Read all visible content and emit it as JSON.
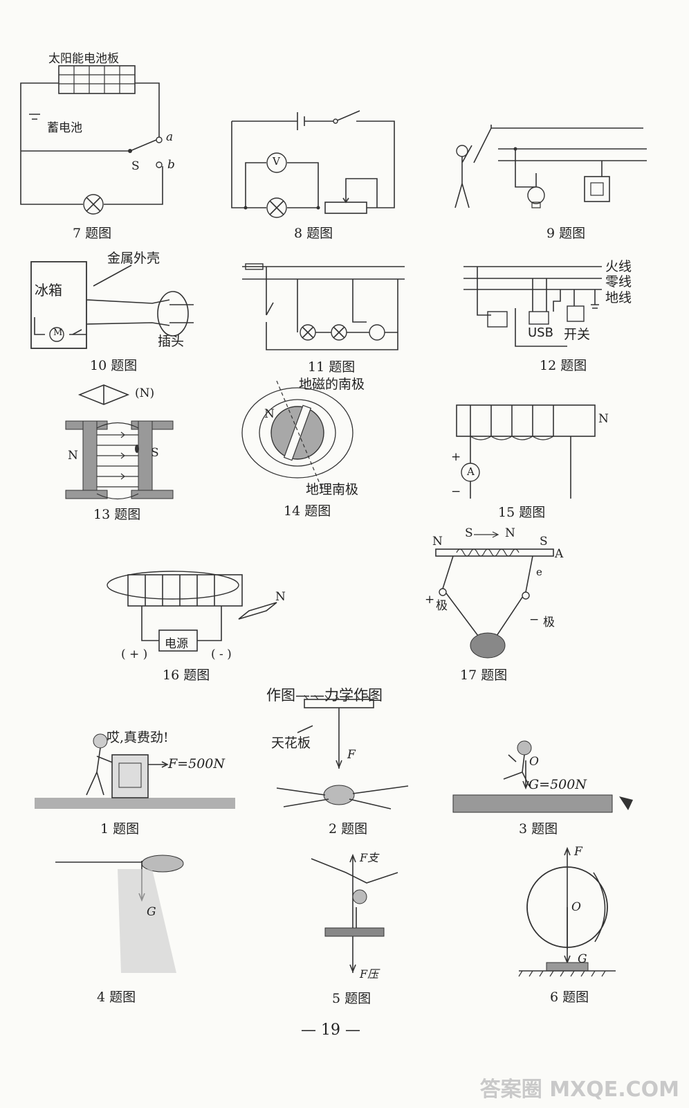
{
  "figures": {
    "f7": {
      "caption": "7 题图",
      "solar": "太阳能电池板",
      "battery": "蓄电池",
      "switch": "S",
      "a": "a",
      "b": "b"
    },
    "f8": {
      "caption": "8 题图",
      "voltmeter": "V"
    },
    "f9": {
      "caption": "9 题图"
    },
    "f10": {
      "caption": "10 题图",
      "fridge": "冰箱",
      "shell": "金属外壳",
      "plug": "插头",
      "motor": "M"
    },
    "f11": {
      "caption": "11 题图"
    },
    "f12": {
      "caption": "12 题图",
      "live": "火线",
      "neutral": "零线",
      "ground": "地线",
      "usb": "USB",
      "switch": "开关"
    },
    "f13": {
      "caption": "13 题图",
      "n_label": "(N)",
      "n": "N",
      "s": "S"
    },
    "f14": {
      "caption": "14 题图",
      "geomag": "地磁的南极",
      "geo_south": "地理南极",
      "n": "N"
    },
    "f15": {
      "caption": "15 题图",
      "n": "N",
      "ammeter": "A",
      "plus": "+",
      "minus": "−"
    },
    "f16": {
      "caption": "16 题图",
      "power": "电源",
      "plus": "( + )",
      "minus": "( - )",
      "n": "N"
    },
    "f17": {
      "caption": "17 题图",
      "top": "S",
      "top_n": "N",
      "left_n": "N",
      "right_s": "S",
      "a": "A",
      "e": "e",
      "plus_pole": "极",
      "minus_pole": "极",
      "plus_sign": "+",
      "minus_sign": "−"
    }
  },
  "section": {
    "title": "作图——力学作图"
  },
  "mech": {
    "m1": {
      "caption": "1 题图",
      "speech": "哎,真费劲!",
      "force": "F=500N"
    },
    "m2": {
      "caption": "2 题图",
      "ceiling": "天花板",
      "force": "F"
    },
    "m3": {
      "caption": "3 题图",
      "o": "O",
      "g": "G=500N"
    },
    "m4": {
      "caption": "4 题图",
      "g": "G"
    },
    "m5": {
      "caption": "5 题图",
      "f_up": "F支",
      "f_down": "F压"
    },
    "m6": {
      "caption": "6 题图",
      "f": "F",
      "o": "O",
      "g": "G"
    }
  },
  "page_number": "— 19 —",
  "watermark": "答案圈 MXQE.COM"
}
